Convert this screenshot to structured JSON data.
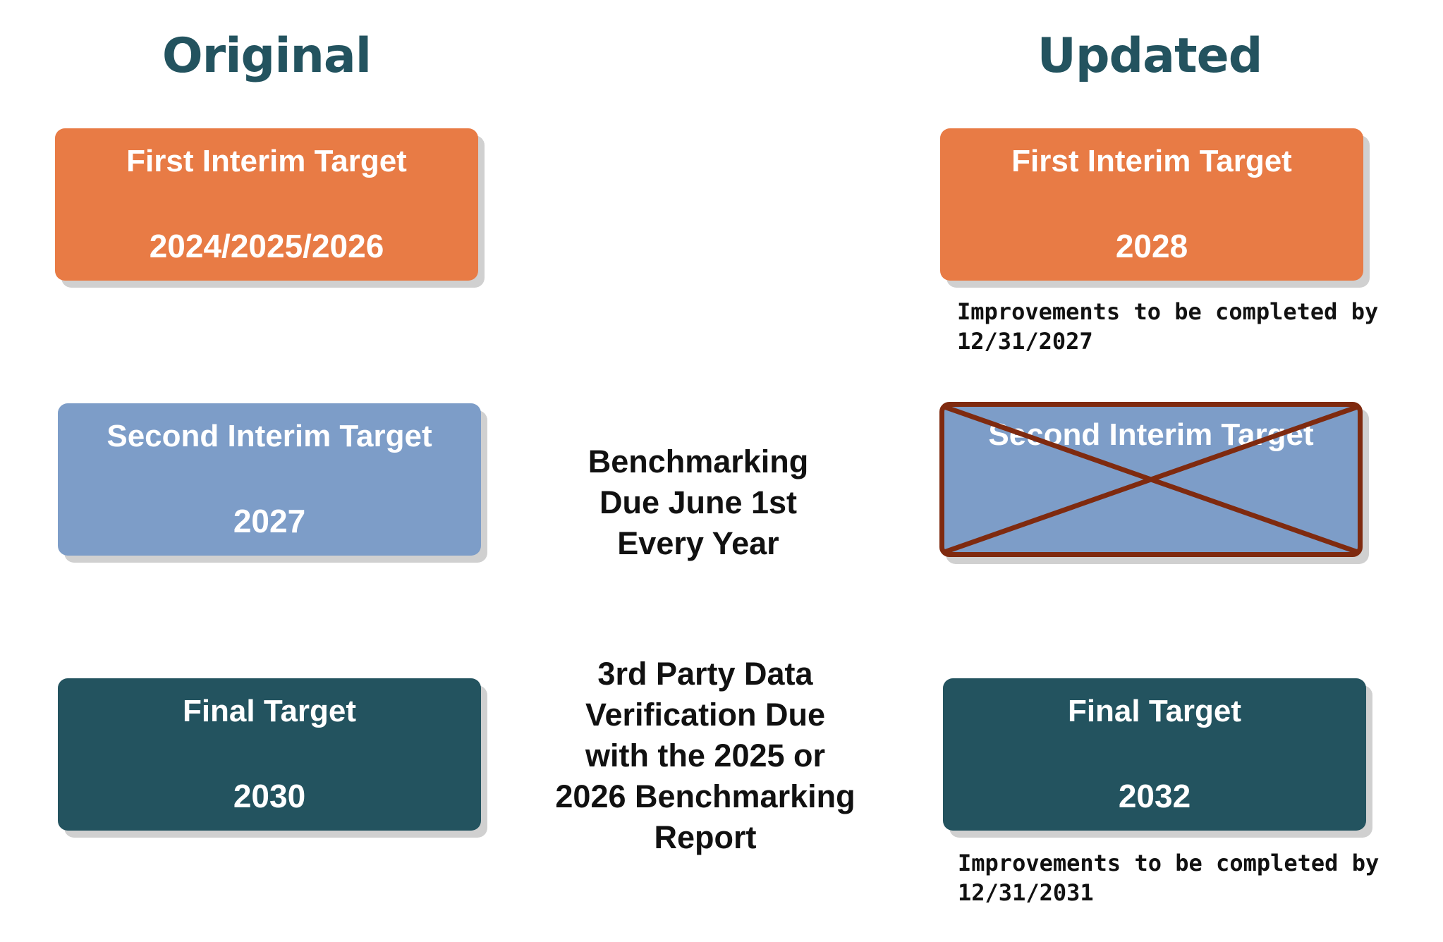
{
  "columns": {
    "original_title": "Original",
    "updated_title": "Updated"
  },
  "original": {
    "first_interim": {
      "title": "First Interim Target",
      "year": "2024/2025/2026"
    },
    "second_interim": {
      "title": "Second Interim Target",
      "year": "2027"
    },
    "final": {
      "title": "Final Target",
      "year": "2030"
    }
  },
  "updated": {
    "first_interim": {
      "title": "First Interim Target",
      "year": "2028",
      "note": "Improvements to be completed by 12/31/2027"
    },
    "second_interim": {
      "title": "Second Interim Target",
      "status": "removed"
    },
    "final": {
      "title": "Final Target",
      "year": "2032",
      "note": "Improvements to be completed by 12/31/2031"
    }
  },
  "middle": {
    "benchmarking": "Benchmarking Due June 1st Every Year",
    "verification": "3rd Party Data Verification Due with the 2025 or 2026 Benchmarking Report"
  },
  "colors": {
    "title": "#23535f",
    "orange": "#e87b45",
    "blue": "#7d9dc8",
    "teal": "#23535f",
    "cross": "#7f2a0f"
  }
}
